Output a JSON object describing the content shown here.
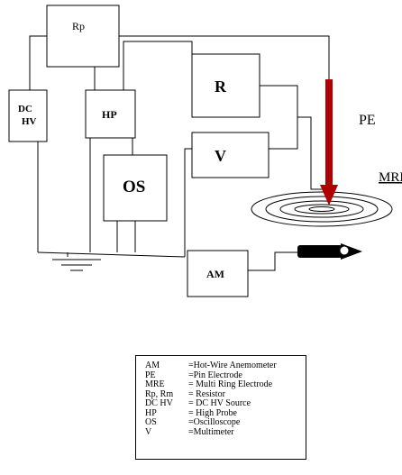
{
  "diagram": {
    "boxes": {
      "rp": "Rp",
      "dchv_line1": "DC",
      "dchv_line2": "HV",
      "hp": "HP",
      "os": "OS",
      "r": "R",
      "v": "V",
      "am": "AM"
    },
    "labels": {
      "pe": "PE",
      "mre": "MRE"
    },
    "colors": {
      "pin_electrode": "#b00000",
      "lines": "#000000"
    },
    "icons": [
      "anemometer-probe-icon",
      "ground-icon",
      "pin-electrode-arrow-icon",
      "multi-ring-electrode-icon"
    ]
  },
  "legend": {
    "entries": [
      {
        "key": "AM",
        "value": "=Hot-Wire Anemometer"
      },
      {
        "key": "PE",
        "value": "=Pin Electrode"
      },
      {
        "key": "MRE",
        "value": "= Multi Ring Electrode"
      },
      {
        "key": "Rp, Rm",
        "value": "= Resistor"
      },
      {
        "key": "DC HV",
        "value": "= DC HV Source"
      },
      {
        "key": "HP",
        "value": "= High Probe"
      },
      {
        "key": "OS",
        "value": "=Oscilloscope"
      },
      {
        "key": "V",
        "value": "=Multimeter"
      }
    ]
  }
}
